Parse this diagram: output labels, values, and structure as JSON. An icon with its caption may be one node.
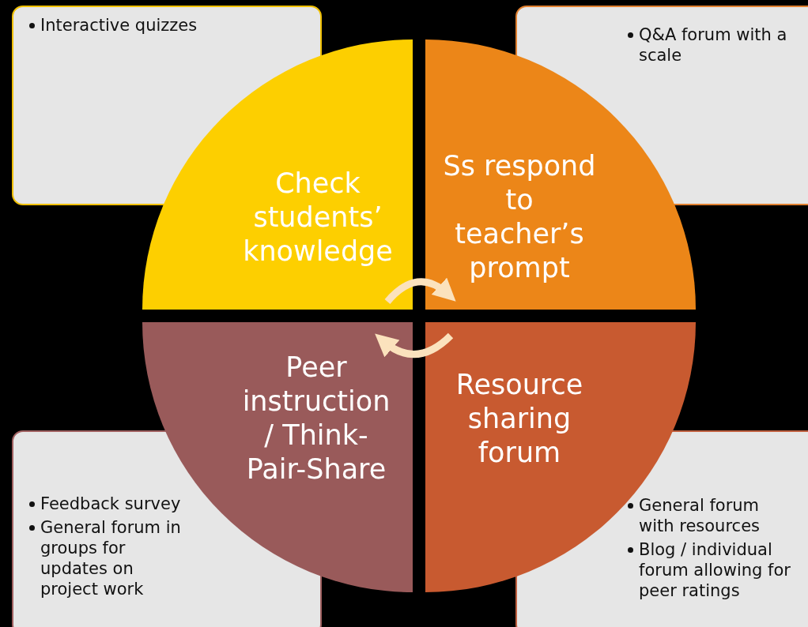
{
  "diagram": {
    "nodes": [
      {
        "text": [
          "Interactive quizzes"
        ]
      },
      {
        "text": [
          "Q&A forum with a scale"
        ]
      },
      {
        "text": [
          "Check students’ knowledge"
        ]
      },
      {
        "text": [
          "Ss respond to teacher’s prompt"
        ]
      },
      {
        "text": [
          "Peer instruction / Think-Pair-Share"
        ]
      },
      {
        "text": [
          "Resource sharing forum"
        ]
      },
      {
        "text": [
          "Feedback survey",
          "General forum in groups for updates on project work"
        ]
      },
      {
        "text": [
          "General forum with resources",
          "Blog / individual forum allowing for peer ratings"
        ]
      }
    ],
    "edges": [
      {
        "from": 2,
        "to": 3,
        "arrow": "to"
      },
      {
        "from": 5,
        "to": 4,
        "arrow": "to"
      }
    ]
  }
}
